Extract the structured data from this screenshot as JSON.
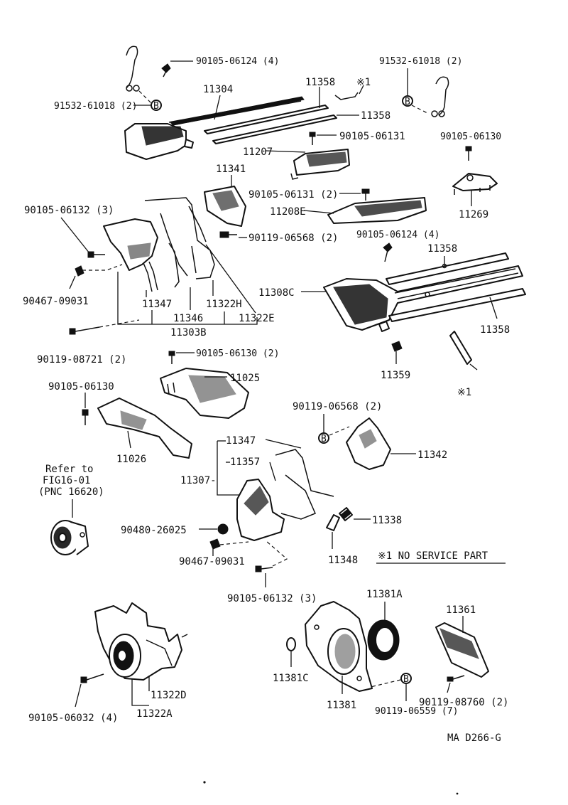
{
  "labels": {
    "l_90105_06124_top": "90105-06124 (4)",
    "l_11358_a": "11358",
    "l_mark_top": "※1",
    "l_11304": "11304",
    "l_91532_left": "91532-61018 (2)",
    "l_b_left": "B",
    "l_91532_right": "91532-61018 (2)",
    "l_b_right": "B",
    "l_11358_b": "11358",
    "l_90105_06131_a": "90105-06131",
    "l_90105_06130_r": "90105-06130",
    "l_11207": "11207",
    "l_11341": "11341",
    "l_90105_06131_b": "90105-06131 (2)",
    "l_11208e": "11208E",
    "l_11269": "11269",
    "l_90105_06132_a": "90105-06132 (3)",
    "l_90119_06568_a": "90119-06568 (2)",
    "l_90105_06124_b": "90105-06124 (4)",
    "l_11358_c": "11358",
    "l_11308c": "11308C",
    "l_90467_09031_a": "90467-09031",
    "l_11347_a": "11347",
    "l_11322h": "11322H",
    "l_11346": "11346",
    "l_11322e": "11322E",
    "l_11303b": "11303B",
    "l_11358_d": "11358",
    "l_90119_08721": "90119-08721 (2)",
    "l_90105_06130_b": "90105-06130 (2)",
    "l_11359": "11359",
    "l_11025": "11025",
    "l_90105_06130_c": "90105-06130",
    "l_mark_mid": "※1",
    "l_90119_06568_b": "90119-06568 (2)",
    "l_b_mid": "B",
    "l_11347_b": "11347",
    "l_11342": "11342",
    "l_11026": "11026",
    "l_11357": "11357",
    "l_refer1": "Refer to",
    "l_refer2": "FIG16-01",
    "l_refer3": "(PNC 16620)",
    "l_11307": "11307-",
    "l_11338": "11338",
    "l_90480_26025": "90480-26025",
    "l_11348": "11348",
    "l_no_service": "※1 NO SERVICE PART",
    "l_90467_09031_b": "90467-09031",
    "l_90105_06132_b": "90105-06132 (3)",
    "l_11381a": "11381A",
    "l_11361": "11361",
    "l_11322d": "11322D",
    "l_11381c": "11381C",
    "l_b_low": "B",
    "l_90119_08760": "90119-08760 (2)",
    "l_90105_06032": "90105-06032 (4)",
    "l_11322a": "11322A",
    "l_11381": "11381",
    "l_90119_06559": "90119-06559 (7)",
    "l_code": "MA  D266-G"
  }
}
